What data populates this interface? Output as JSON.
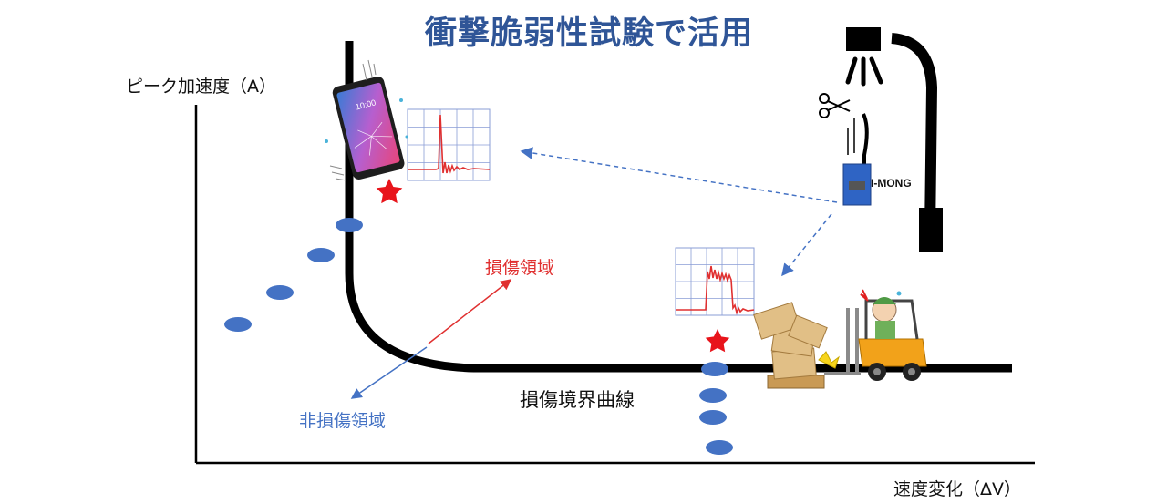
{
  "title": "衝撃脆弱性試験で活用",
  "axes": {
    "y_label": "ピーク加速度（A）",
    "x_label": "速度変化（ΔV）"
  },
  "curve_label": "損傷境界曲線",
  "regions": {
    "damage": "損傷領域",
    "non_damage": "非損傷領域"
  },
  "device_label": "I-MONG",
  "phone_time": "10:00",
  "colors": {
    "title": "#2f5597",
    "damage": "#e03030",
    "non_damage": "#4472c4",
    "curve": "#000000",
    "marker": "#4472c4",
    "star": "#e8141b"
  }
}
